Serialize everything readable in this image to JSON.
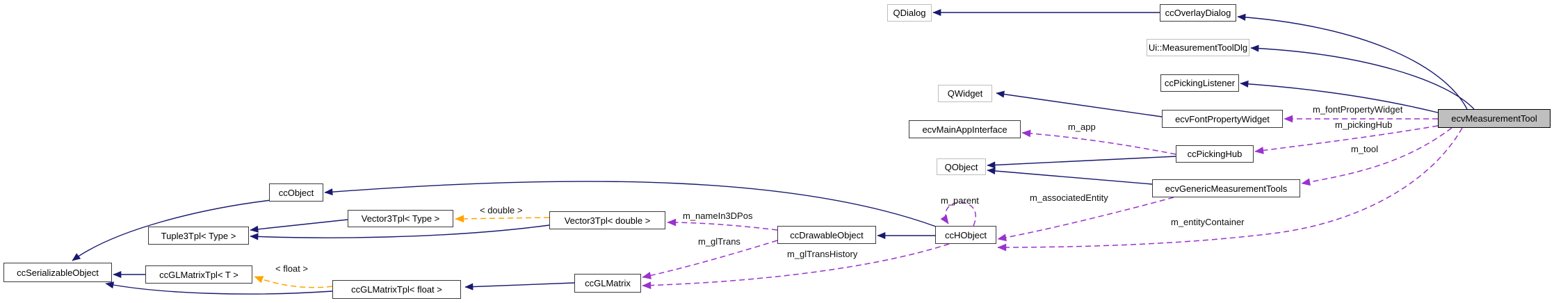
{
  "diagram": {
    "kind": "doxygen-collaboration-graph",
    "focus_class": "ecvMeasurementTool",
    "colors": {
      "inheritance_edge": "#191970",
      "usage_edge": "#9a32cd",
      "template_edge": "#ffa500",
      "highlight_fill": "#bfbfbf",
      "node_border": "#3a3a3a",
      "external_border": "#bdbdbd",
      "background": "#ffffff"
    },
    "nodes": {
      "qdialog": {
        "label": "QDialog"
      },
      "ccoverlaydialog": {
        "label": "ccOverlayDialog"
      },
      "ui_measurementtooldlg": {
        "label": "Ui::MeasurementToolDlg"
      },
      "ccpickinglistener": {
        "label": "ccPickingListener"
      },
      "ecvmeasurementtool": {
        "label": "ecvMeasurementTool"
      },
      "qwidget": {
        "label": "QWidget"
      },
      "ecvfontpropertywidget": {
        "label": "ecvFontPropertyWidget"
      },
      "ecvmainappinterface": {
        "label": "ecvMainAppInterface"
      },
      "ccpickinghub": {
        "label": "ccPickingHub"
      },
      "qobject": {
        "label": "QObject"
      },
      "ecvgenericmeasurementtools": {
        "label": "ecvGenericMeasurementTools"
      },
      "ccobject": {
        "label": "ccObject"
      },
      "tuple3tpl_type": {
        "label": "Tuple3Tpl< Type >"
      },
      "vector3tpl_type": {
        "label": "Vector3Tpl< Type >"
      },
      "vector3tpl_double": {
        "label": "Vector3Tpl< double >"
      },
      "ccdrawableobject": {
        "label": "ccDrawableObject"
      },
      "cchobject": {
        "label": "ccHObject"
      },
      "ccserializableobject": {
        "label": "ccSerializableObject"
      },
      "ccglmatrixtpl_t": {
        "label": "ccGLMatrixTpl< T >"
      },
      "ccglmatrixtpl_float": {
        "label": "ccGLMatrixTpl< float >"
      },
      "ccglmatrix": {
        "label": "ccGLMatrix"
      }
    },
    "edge_labels": {
      "m_fontpropertywidget": {
        "text": "m_fontPropertyWidget"
      },
      "m_pickinghub": {
        "text": "m_pickingHub"
      },
      "m_tool": {
        "text": "m_tool"
      },
      "m_app": {
        "text": "m_app"
      },
      "m_associatedentity": {
        "text": "m_associatedEntity"
      },
      "m_entitycontainer": {
        "text": "m_entityContainer"
      },
      "m_parent": {
        "text": "m_parent"
      },
      "m_namein3dpos": {
        "text": "m_nameIn3DPos"
      },
      "m_gltrans": {
        "text": "m_glTrans"
      },
      "m_gltranshistory": {
        "text": "m_glTransHistory"
      },
      "template_double": {
        "text": "< double >"
      },
      "template_float": {
        "text": "< float >"
      }
    }
  }
}
